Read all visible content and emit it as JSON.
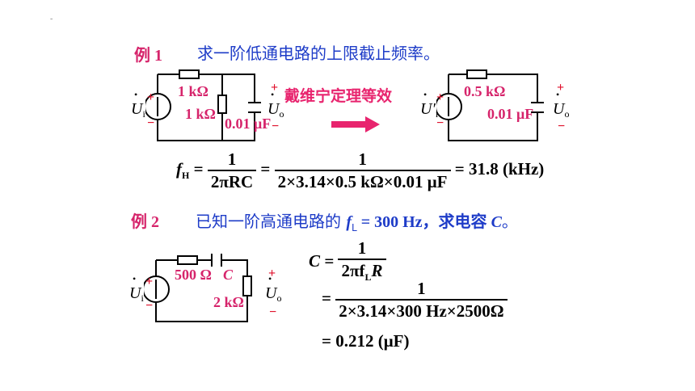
{
  "corner_mark": "-",
  "example1": {
    "label": "例 1",
    "problem": "求一阶低通电路的上限截止频率。",
    "circuit_left": {
      "input_label": "U",
      "input_sub": "i",
      "output_label": "U",
      "output_sub": "o",
      "r1": "1 kΩ",
      "r2": "1 kΩ",
      "cap": "0.01 μF",
      "plus": "+",
      "minus": "−"
    },
    "thevenin_text": "戴维宁定理等效",
    "circuit_right": {
      "input_label": "U′",
      "input_sub": "i",
      "output_label": "U",
      "output_sub": "o",
      "r": "0.5 kΩ",
      "cap": "0.01 μF",
      "plus": "+",
      "minus": "−"
    },
    "formula": {
      "lhs": "f",
      "lhs_sub": "H",
      "eq1": "=",
      "frac1_num": "1",
      "frac1_den": "2πRC",
      "eq2": "=",
      "frac2_num": "1",
      "frac2_den": "2×3.14×0.5 kΩ×0.01 μF",
      "result": "= 31.8 (kHz)"
    }
  },
  "example2": {
    "label": "例 2",
    "problem_pre": "已知一阶高通电路的 ",
    "problem_f": "f",
    "problem_sub": "L",
    "problem_mid": " = 300 Hz，求电容 ",
    "problem_c": "C",
    "problem_end": "。",
    "circuit": {
      "input_label": "U",
      "input_sub": "i",
      "output_label": "U",
      "output_sub": "o",
      "r1": "500 Ω",
      "cap": "C",
      "r2": "2 kΩ",
      "plus": "+",
      "minus": "−"
    },
    "formula": {
      "line1_lhs": "C =",
      "line1_num": "1",
      "line1_den": "2πf",
      "line1_den_sub": "L",
      "line1_den_tail": "R",
      "line2_eq": "=",
      "line2_num": "1",
      "line2_den": "2×3.14×300 Hz×2500Ω",
      "line3": "= 0.212 (μF)"
    }
  }
}
